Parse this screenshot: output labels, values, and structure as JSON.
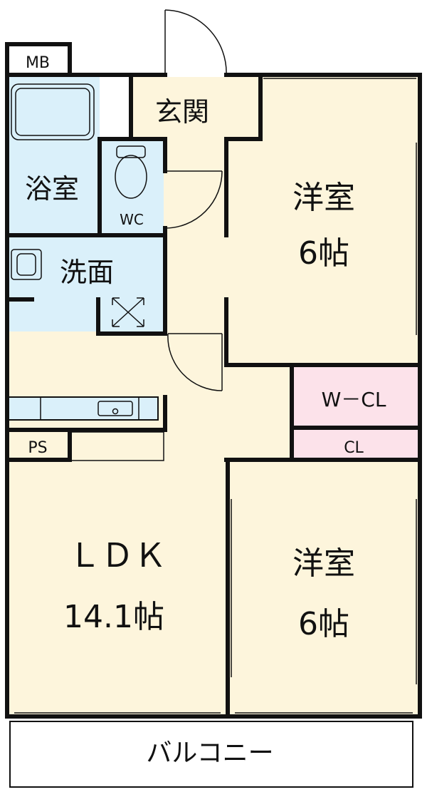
{
  "colors": {
    "wet_area": "#daf0fa",
    "room": "#fdf5dc",
    "closet": "#fce2ea",
    "wall": "#111111",
    "balcony": "#ffffff"
  },
  "labels": {
    "mb": "MB",
    "entrance": "玄関",
    "bath": "浴室",
    "wc": "WC",
    "washroom": "洗面",
    "western_room_top": "洋室",
    "western_room_top_size": "6帖",
    "wcl": "W－CL",
    "cl": "CL",
    "ps": "PS",
    "ldk": "ＬＤＫ",
    "ldk_size": "14.1帖",
    "western_room_bottom": "洋室",
    "western_room_bottom_size": "6帖",
    "balcony": "バルコニー"
  }
}
